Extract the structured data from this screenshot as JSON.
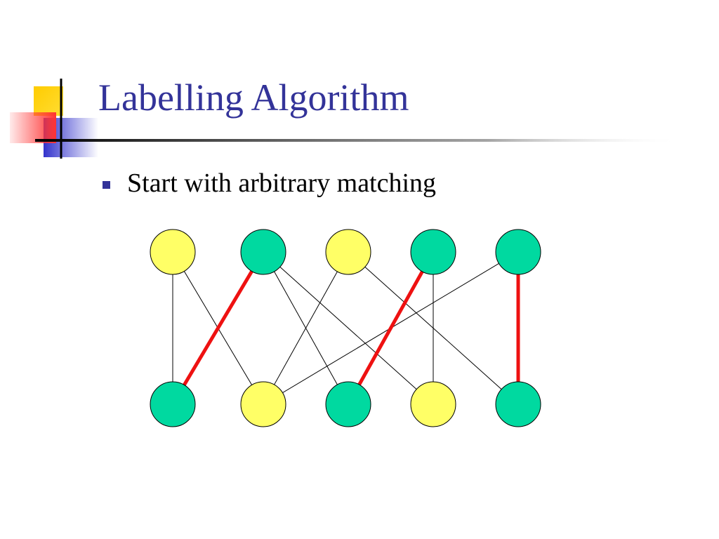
{
  "slide": {
    "title": "Labelling Algorithm",
    "bullets": [
      {
        "text": "Start with arbitrary matching"
      }
    ]
  },
  "colors": {
    "title": "#333399",
    "bullet_marker": "#333399",
    "deco_yellow": "#ffcc00",
    "deco_red": "#ff3333",
    "deco_blue": "#3333cc",
    "node_yellow": "#ffff66",
    "node_green": "#00d9a0",
    "matched_edge": "#ee1111",
    "edge": "#000000"
  },
  "diagram": {
    "top_nodes": [
      {
        "id": "t1",
        "color": "yellow"
      },
      {
        "id": "t2",
        "color": "green"
      },
      {
        "id": "t3",
        "color": "yellow"
      },
      {
        "id": "t4",
        "color": "green"
      },
      {
        "id": "t5",
        "color": "green"
      }
    ],
    "bottom_nodes": [
      {
        "id": "b1",
        "color": "green"
      },
      {
        "id": "b2",
        "color": "yellow"
      },
      {
        "id": "b3",
        "color": "green"
      },
      {
        "id": "b4",
        "color": "yellow"
      },
      {
        "id": "b5",
        "color": "green"
      }
    ],
    "edges": [
      {
        "from": "t1",
        "to": "b1",
        "matched": false
      },
      {
        "from": "t1",
        "to": "b2",
        "matched": false
      },
      {
        "from": "t2",
        "to": "b1",
        "matched": true
      },
      {
        "from": "t2",
        "to": "b3",
        "matched": false
      },
      {
        "from": "t2",
        "to": "b4",
        "matched": false
      },
      {
        "from": "t3",
        "to": "b2",
        "matched": false
      },
      {
        "from": "t3",
        "to": "b5",
        "matched": false
      },
      {
        "from": "t4",
        "to": "b3",
        "matched": true
      },
      {
        "from": "t4",
        "to": "b4",
        "matched": false
      },
      {
        "from": "t5",
        "to": "b2",
        "matched": false
      },
      {
        "from": "t5",
        "to": "b5",
        "matched": true
      }
    ]
  }
}
